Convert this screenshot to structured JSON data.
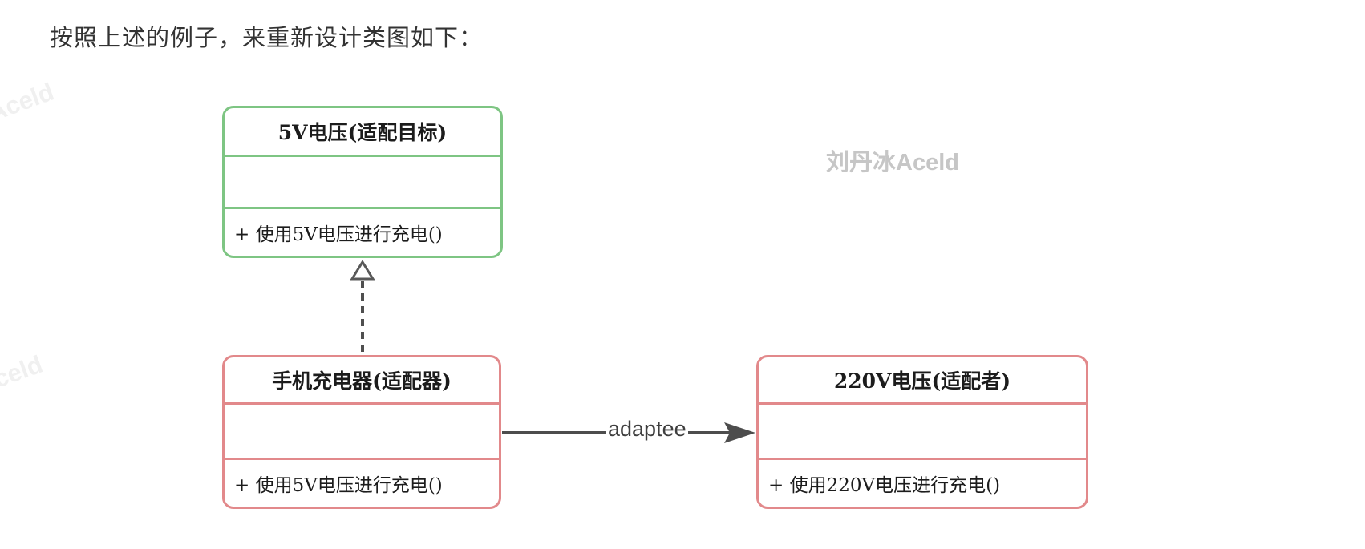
{
  "page": {
    "heading": "按照上述的例子，来重新设计类图如下："
  },
  "diagram": {
    "type": "uml-class-diagram",
    "classes": [
      {
        "id": "target",
        "name": "5V电压(适配目标)",
        "attributes": [],
        "methods": [
          "+ 使用5V电压进行充电()"
        ],
        "border_color": "#7ec583"
      },
      {
        "id": "adapter",
        "name": "手机充电器(适配器)",
        "attributes": [],
        "methods": [
          "+ 使用5V电压进行充电()"
        ],
        "border_color": "#e2898b"
      },
      {
        "id": "adaptee",
        "name": "220V电压(适配者)",
        "attributes": [],
        "methods": [
          "+ 使用220V电压进行充电()"
        ],
        "border_color": "#e2898b"
      }
    ],
    "connectors": [
      {
        "type": "realization",
        "from": "adapter",
        "to": "target",
        "style": "dashed",
        "arrow": "hollow-triangle",
        "label": ""
      },
      {
        "type": "association",
        "from": "adapter",
        "to": "adaptee",
        "style": "solid",
        "arrow": "filled-arrow",
        "label": "adaptee"
      }
    ]
  },
  "watermarks": {
    "main": "刘丹冰Aceld",
    "faint": [
      "Aceld",
      "Aceld"
    ]
  },
  "colors": {
    "green_border": "#7ec583",
    "red_border": "#e2898b",
    "connector": "#4d4d4d",
    "heading_text": "#333333",
    "watermark_main": "#c6c6c6",
    "watermark_faint": "#f0f0f0"
  }
}
